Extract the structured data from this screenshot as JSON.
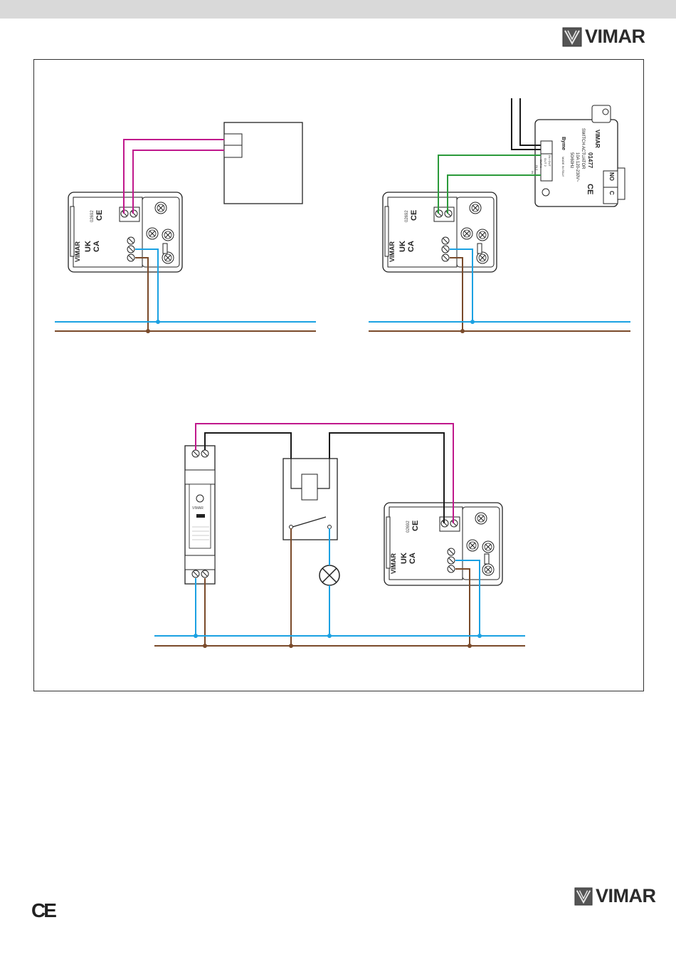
{
  "header": {
    "brand": "VIMAR"
  },
  "footer": {
    "brand": "VIMAR",
    "ce": "CE"
  },
  "diagram": {
    "device_brand": "VIMAR",
    "device_marks": {
      "uk": "UK",
      "ca": "CA",
      "ce": "CE"
    },
    "device_code": "02692",
    "actuator": {
      "brand": "VIMAR",
      "code": "01477",
      "name": "SWITCH ACTUATOR",
      "rating": "10A 120-230V~",
      "freq": "50/60Hz",
      "made": "MADE IN ITALY",
      "terminals": [
        "IN / OUT",
        "OUT 2",
        "OUT 1",
        "IN 2",
        "IN 1"
      ],
      "relay": [
        "NO",
        "C"
      ],
      "series": "Byme"
    },
    "psu_label": "VIMAR"
  },
  "colors": {
    "phase": "#7a4a2a",
    "neutral": "#1ba1e2",
    "bus": "#c0188c",
    "signal": "#2a9a3a",
    "wire": "#1a1a1a"
  }
}
